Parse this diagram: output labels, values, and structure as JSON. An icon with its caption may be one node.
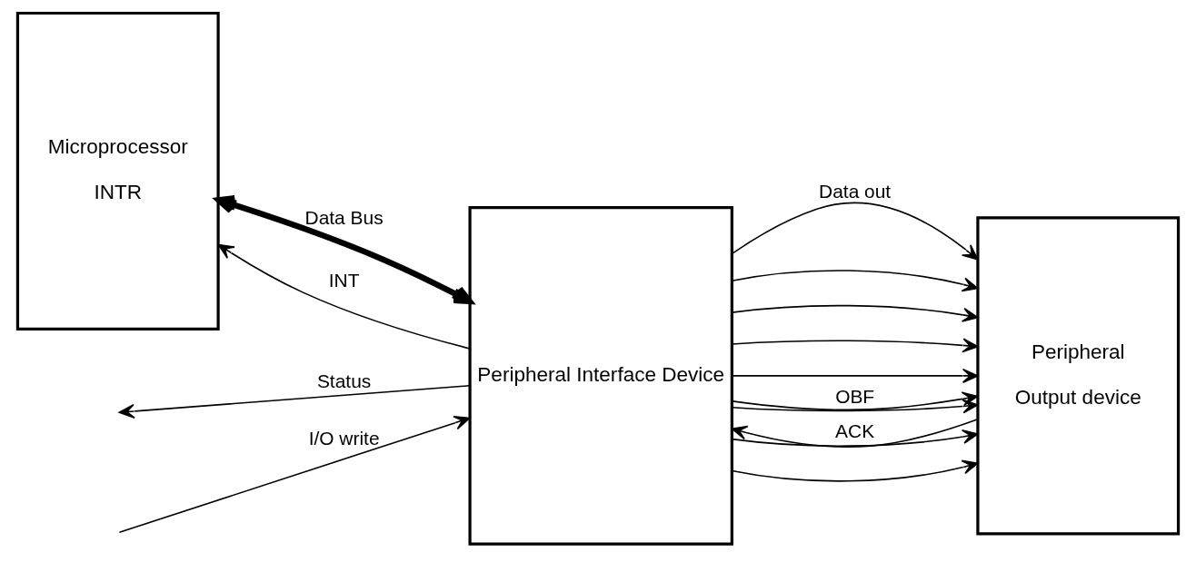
{
  "diagram": {
    "nodes": [
      {
        "text": [
          "Microprocessor",
          "INTR"
        ]
      },
      {
        "text": [
          "Peripheral Interface Device"
        ]
      },
      {
        "text": [
          "Peripheral",
          "Output device"
        ]
      }
    ],
    "edges": [
      {
        "from": 0,
        "to": 1,
        "arrow": "both",
        "label": "Data Bus",
        "style": "thick"
      },
      {
        "from": 1,
        "to": 2,
        "arrow": "to",
        "label": "Data out"
      },
      {
        "from": 1,
        "to": 2,
        "arrow": "to"
      },
      {
        "from": 1,
        "to": 2,
        "arrow": "to"
      },
      {
        "from": 1,
        "to": 2,
        "arrow": "to"
      },
      {
        "from": 1,
        "to": 2,
        "arrow": "to"
      },
      {
        "from": 1,
        "to": 2,
        "arrow": "to"
      },
      {
        "from": 1,
        "to": 2,
        "arrow": "to"
      },
      {
        "from": 1,
        "to": 2,
        "arrow": "to"
      },
      {
        "from": 1,
        "to": 2,
        "arrow": "to",
        "label": "OBF"
      },
      {
        "from": 2,
        "to": 1,
        "arrow": "to",
        "label": "ACK"
      },
      {
        "from": null,
        "to": 1,
        "arrow": "to",
        "label": "I/O write"
      },
      {
        "from": 1,
        "to": null,
        "arrow": "to",
        "label": "Status"
      },
      {
        "from": 1,
        "to": 0,
        "arrow": "to",
        "label": "INT"
      }
    ]
  }
}
